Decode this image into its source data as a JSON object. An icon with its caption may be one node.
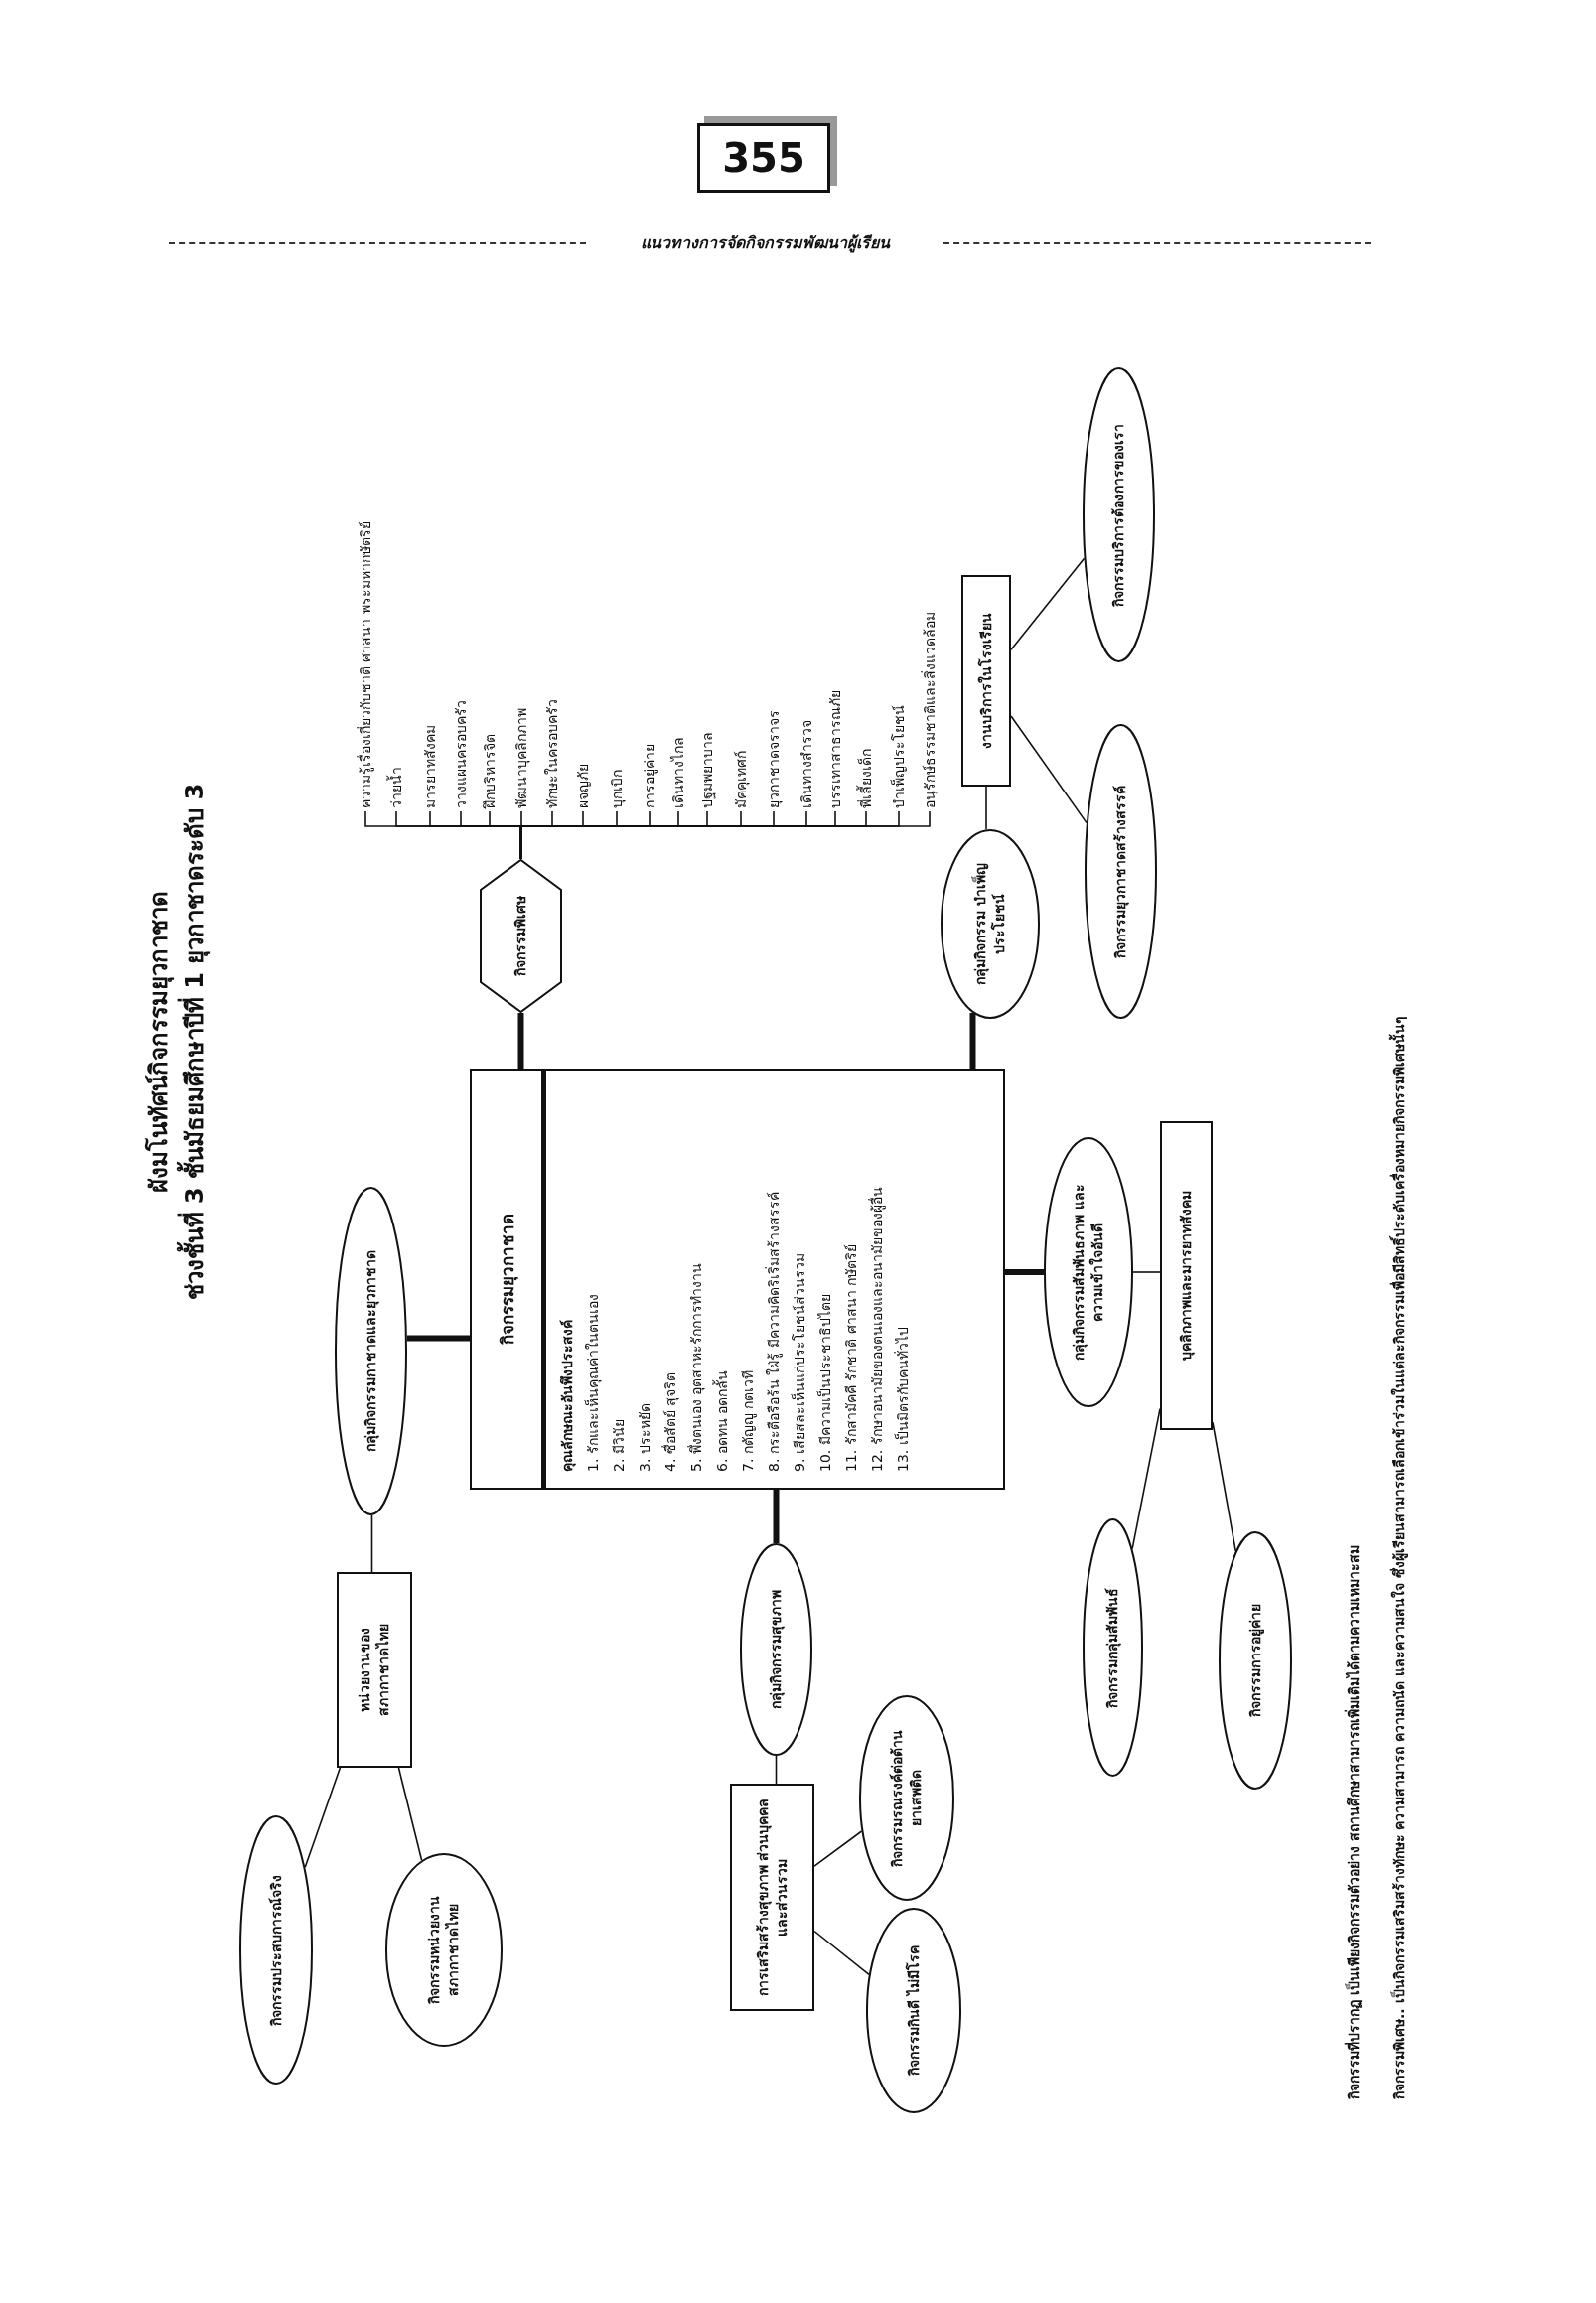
{
  "diagram": {
    "title": "ผังมโนทัศน์กิจกรรมยุวกาชาด",
    "nodes": [
      {
        "text": [
          "กิจกรรมยุวกาชาด",
          "คุณลักษณะอันพึงประสงค์",
          "1. รักและเห็นคุณค่าในตนเอง",
          "2. มีวินัย",
          "3. ประหยัด",
          "4. ซื่อสัตย์ สุจริต",
          "5. พึ่งตนเอง อุตสาหะรักการทำงาน",
          "6. อดทน อดกลั้น",
          "7. กตัญญู กตเวที",
          "8. กระตือรือร้น ใฝ่รู้ มีความคิดริเริ่มสร้างสรรค์",
          "9. เสียสละเห็นแก่ประโยชน์ส่วนรวม",
          "10. มีความเป็นประชาธิปไตย",
          "11. รักสามัคคี รักชาติ ศาสนา กษัตริย์",
          "12. รักษาอนามัยของตนเองและอนามัยของผู้อื่น",
          "13. เป็นมิตรกับคนทั่วไป"
        ]
      },
      {
        "text": [
          "กิจกรรมพิเศษ"
        ]
      },
      {
        "text": [
          "ความรู้เรื่องเกี่ยวกับชาติ ศาสนา พระมหากษัตริย์"
        ]
      },
      {
        "text": [
          "ว่ายน้ำ"
        ]
      },
      {
        "text": [
          "มารยาทสังคม"
        ]
      },
      {
        "text": [
          "วางแผนครอบครัว"
        ]
      },
      {
        "text": [
          "ฝึกบริหารจิต"
        ]
      },
      {
        "text": [
          "พัฒนาบุคลิกภาพ"
        ]
      },
      {
        "text": [
          "ทักษะในครอบครัว"
        ]
      },
      {
        "text": [
          "ผจญภัย"
        ]
      },
      {
        "text": [
          "บุกเบิก"
        ]
      },
      {
        "text": [
          "การอยู่ค่าย"
        ]
      },
      {
        "text": [
          "เดินทางไกล"
        ]
      },
      {
        "text": [
          "ปฐมพยาบาล"
        ]
      },
      {
        "text": [
          "มัคคุเทศก์"
        ]
      },
      {
        "text": [
          "ยุวกาชาดจราจร"
        ]
      },
      {
        "text": [
          "เดินทางสำรวจ"
        ]
      },
      {
        "text": [
          "บรรเทาสาธารณภัย"
        ]
      },
      {
        "text": [
          "พี่เลี้ยงเด็ก"
        ]
      },
      {
        "text": [
          "บำเพ็ญประโยชน์"
        ]
      },
      {
        "text": [
          "อนุรักษ์ธรรมชาติและสิ่งแวดล้อม"
        ]
      },
      {
        "text": [
          "กลุ่มกิจกรรมกาชาดและยุวกาชาด"
        ]
      },
      {
        "text": [
          "หน่วยงานของ สภากาชาดไทย"
        ]
      },
      {
        "text": [
          "กิจกรรมประสบการณ์จริง"
        ]
      },
      {
        "text": [
          "กิจกรรมหน่วยงาน สภากาชาดไทย"
        ]
      },
      {
        "text": [
          "กลุ่มกิจกรรมสุขภาพ"
        ]
      },
      {
        "text": [
          "การเสริมสร้างสุขภาพ ส่วนบุคคลและส่วนรวม"
        ]
      },
      {
        "text": [
          "กิจกรรมรณรงค์ต่อต้าน ยาเสพติด"
        ]
      },
      {
        "text": [
          "กิจกรรมกินดี ไม่มีโรค"
        ]
      },
      {
        "text": [
          "กลุ่มกิจกรรม บำเพ็ญประโยชน์"
        ]
      },
      {
        "text": [
          "งานบริการในโรงเรียน"
        ]
      },
      {
        "text": [
          "กิจกรรมยุวกาชาดสร้างสรรค์"
        ]
      },
      {
        "text": [
          "กิจกรรมบริการต้องการของเรา"
        ]
      },
      {
        "text": [
          "กลุ่มกิจกรรมสัมพันธภาพ และความเข้าใจอันดี"
        ]
      },
      {
        "text": [
          "บุคลิกภาพและมารยาทสังคม"
        ]
      },
      {
        "text": [
          "กิจกรรมกลุ่มสัมพันธ์"
        ]
      },
      {
        "text": [
          "กิจกรรมการอยู่ค่าย"
        ]
      }
    ],
    "edges": [
      {
        "from": 0,
        "to": 1,
        "arrow": "none",
        "style": "thick"
      },
      {
        "from": 1,
        "to": 2,
        "arrow": "none"
      },
      {
        "from": 1,
        "to": 3,
        "arrow": "none"
      },
      {
        "from": 1,
        "to": 4,
        "arrow": "none"
      },
      {
        "from": 1,
        "to": 5,
        "arrow": "none"
      },
      {
        "from": 1,
        "to": 6,
        "arrow": "none"
      },
      {
        "from": 1,
        "to": 7,
        "arrow": "none"
      },
      {
        "from": 1,
        "to": 8,
        "arrow": "none"
      },
      {
        "from": 1,
        "to": 9,
        "arrow": "none"
      },
      {
        "from": 1,
        "to": 10,
        "arrow": "none"
      },
      {
        "from": 1,
        "to": 11,
        "arrow": "none"
      },
      {
        "from": 1,
        "to": 12,
        "arrow": "none"
      },
      {
        "from": 1,
        "to": 13,
        "arrow": "none"
      },
      {
        "from": 1,
        "to": 14,
        "arrow": "none"
      },
      {
        "from": 1,
        "to": 15,
        "arrow": "none"
      },
      {
        "from": 1,
        "to": 16,
        "arrow": "none"
      },
      {
        "from": 1,
        "to": 17,
        "arrow": "none"
      },
      {
        "from": 1,
        "to": 18,
        "arrow": "none"
      },
      {
        "from": 1,
        "to": 19,
        "arrow": "none"
      },
      {
        "from": 1,
        "to": 20,
        "arrow": "none"
      },
      {
        "from": 0,
        "to": 21,
        "arrow": "none",
        "style": "thick"
      },
      {
        "from": 21,
        "to": 22,
        "arrow": "none"
      },
      {
        "from": 22,
        "to": 23,
        "arrow": "none"
      },
      {
        "from": 22,
        "to": 24,
        "arrow": "none"
      },
      {
        "from": 0,
        "to": 25,
        "arrow": "none",
        "style": "thick"
      },
      {
        "from": 25,
        "to": 26,
        "arrow": "none"
      },
      {
        "from": 26,
        "to": 27,
        "arrow": "none"
      },
      {
        "from": 26,
        "to": 28,
        "arrow": "none"
      },
      {
        "from": 0,
        "to": 29,
        "arrow": "none",
        "style": "thick"
      },
      {
        "from": 29,
        "to": 30,
        "arrow": "none"
      },
      {
        "from": 30,
        "to": 31,
        "arrow": "none"
      },
      {
        "from": 30,
        "to": 32,
        "arrow": "none"
      },
      {
        "from": 0,
        "to": 33,
        "arrow": "none",
        "style": "thick"
      },
      {
        "from": 33,
        "to": 34,
        "arrow": "none"
      },
      {
        "from": 34,
        "to": 35,
        "arrow": "none"
      },
      {
        "from": 34,
        "to": 36,
        "arrow": "none"
      }
    ],
    "labels": [
      "355",
      "แนวทางการจัดกิจกรรมพัฒนาผู้เรียน",
      "ช่วงชั้นที่ 3 ชั้นมัธยมศึกษาปีที่ 1 ยุวกาชาดระดับ 3",
      "กิจกรรมที่ปรากฏ เป็นเพียงกิจกรรมตัวอย่าง สถานศึกษาสามารถเพิ่มเติมได้ตามความเหมาะสม",
      "กิจกรรมพิเศษ.. เป็นกิจกรรมเสริมสร้างทักษะ ความสามารถ ความถนัด และความสนใจ ซึ่งผู้เรียนสามารถเลือกเข้าร่วมในแต่ละกิจกรรมเพื่อมีสิทธิ์ประดับเครื่องหมายกิจกรรมพิเศษนั้นๆ"
    ]
  }
}
